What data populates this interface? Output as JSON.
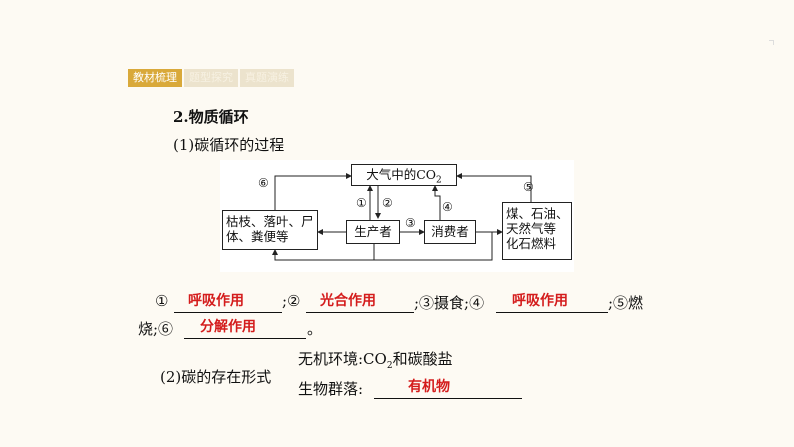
{
  "tabs": [
    "教材梳理",
    "题型探究",
    "真题演练"
  ],
  "heading": "2.物质循环",
  "subheading": "(1)碳循环的过程",
  "diagram": {
    "atmosphere_prefix": "大气中的CO",
    "atmosphere_sub": "2",
    "producer": "生产者",
    "consumer": "消费者",
    "dead_matter_1": "枯枝、落叶、尸",
    "dead_matter_2": "体、粪便等",
    "fossil_1": "煤、石油、",
    "fossil_2": "天然气等",
    "fossil_3": "化石燃料",
    "n1": "①",
    "n2": "②",
    "n3": "③",
    "n4": "④",
    "n5": "⑤",
    "n6": "⑥"
  },
  "fill": {
    "p1": "①",
    "a1": "呼吸作用",
    "p2": ";②",
    "a2": "光合作用",
    "p3": ";③摄食;④",
    "a4": "呼吸作用",
    "p5": ";⑤燃",
    "p6": "烧;⑥",
    "a6": "分解作用",
    "p7": "。"
  },
  "forms": {
    "label": "(2)碳的存在形式",
    "inorganic_prefix": "无机环境:CO",
    "inorganic_sub": "2",
    "inorganic_suffix": "和碳酸盐",
    "biotic_prefix": "生物群落:",
    "biotic_answer": "有机物"
  }
}
